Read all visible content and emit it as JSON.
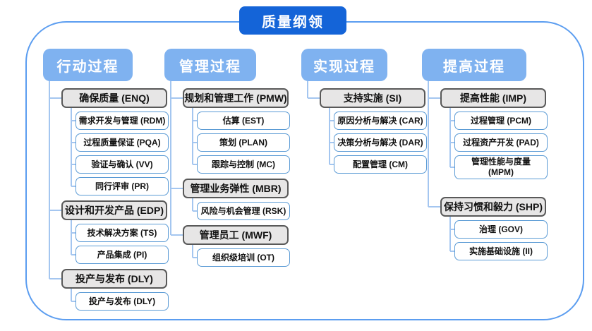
{
  "title": "质量纲领",
  "colors": {
    "title_bg": "#1464d8",
    "header_bg": "#7fb2f0",
    "group_fill": "#e7e6e6",
    "group_border": "#595959",
    "leaf_border": "#5b9bd5",
    "connector": "#a4c6f0",
    "panel_border": "#5b9df0"
  },
  "columns": [
    {
      "label": "行动过程",
      "groups": [
        {
          "label": "确保质量 (ENQ)",
          "children": [
            "需求开发与管理 (RDM)",
            "过程质量保证 (PQA)",
            "验证与确认 (VV)",
            "同行评审 (PR)"
          ]
        },
        {
          "label": "设计和开发产品 (EDP)",
          "children": [
            "技术解决方案 (TS)",
            "产品集成 (PI)"
          ]
        },
        {
          "label": "投产与发布 (DLY)",
          "children": [
            "投产与发布 (DLY)"
          ]
        }
      ]
    },
    {
      "label": "管理过程",
      "groups": [
        {
          "label": "规划和管理工作 (PMW)",
          "children": [
            "估算 (EST)",
            "策划 (PLAN)",
            "跟踪与控制 (MC)"
          ]
        },
        {
          "label": "管理业务弹性 (MBR)",
          "children": [
            "风险与机会管理 (RSK)"
          ]
        },
        {
          "label": "管理员工 (MWF)",
          "children": [
            "组织级培训 (OT)"
          ]
        }
      ]
    },
    {
      "label": "实现过程",
      "groups": [
        {
          "label": "支持实施 (SI)",
          "children": [
            "原因分析与解决 (CAR)",
            "决策分析与解决 (DAR)",
            "配置管理 (CM)"
          ]
        }
      ]
    },
    {
      "label": "提高过程",
      "groups": [
        {
          "label": "提高性能 (IMP)",
          "children": [
            "过程管理 (PCM)",
            "过程资产开发 (PAD)",
            "管理性能与度量\n(MPM)"
          ]
        },
        {
          "label": "保持习惯和毅力 (SHP)",
          "children": [
            "治理 (GOV)",
            "实施基础设施 (II)"
          ]
        }
      ]
    }
  ]
}
